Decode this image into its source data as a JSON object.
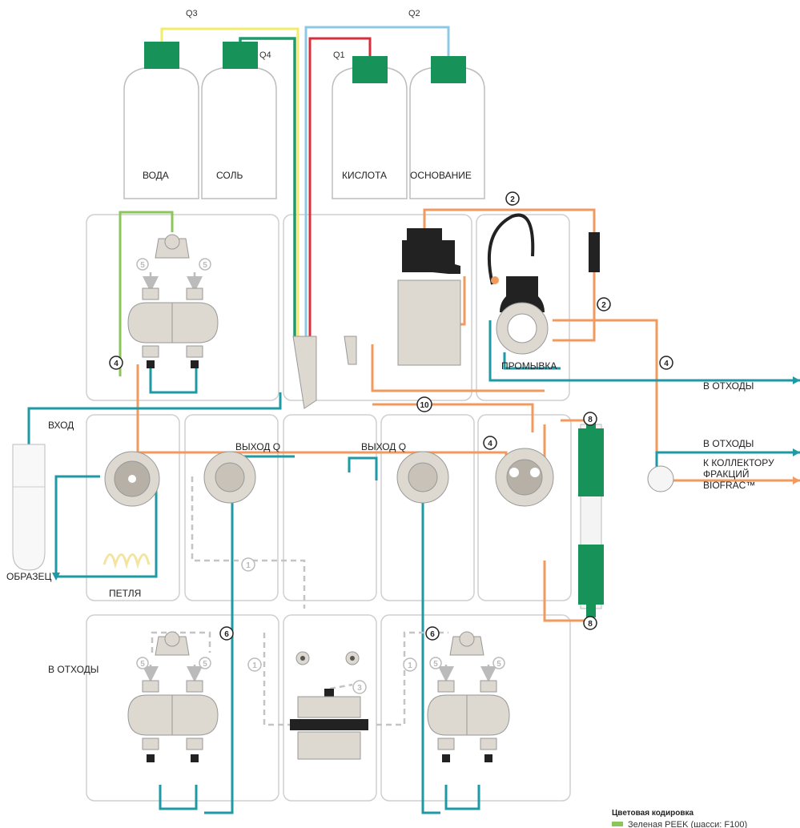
{
  "bottles": {
    "water": "ВОДА",
    "salt": "СОЛЬ",
    "acid": "КИСЛОТА",
    "base": "ОСНОВАНИЕ"
  },
  "flows": {
    "q1": "Q1",
    "q2": "Q2",
    "q3": "Q3",
    "q4": "Q4"
  },
  "labels": {
    "inlet": "ВХОД",
    "sample": "ОБРАЗЕЦ",
    "loop": "ПЕТЛЯ",
    "waste_bottom_left": "В ОТХОДЫ",
    "output_q_left": "ВЫХОД Q",
    "output_q_right": "ВЫХОД Q",
    "rinse": "ПРОМЫВКА",
    "waste_right_1": "В ОТХОДЫ",
    "waste_right_2": "В ОТХОДЫ",
    "collector_1": "К КОЛЛЕКТОРУ",
    "collector_2": "ФРАКЦИЙ",
    "collector_3": "BIOFRAC™"
  },
  "tube_numbers": {
    "n2a": "2",
    "n2b": "2",
    "n4a": "4",
    "n4b": "4",
    "n4c": "4",
    "n10": "10",
    "n8a": "8",
    "n8b": "8",
    "n6a": "6",
    "n6b": "6",
    "n1a": "1",
    "n1b": "1",
    "n1c": "1",
    "n3": "3",
    "n5a": "5",
    "n5b": "5",
    "n5c": "5",
    "n5d": "5",
    "n5e": "5",
    "n5f": "5"
  },
  "legend": {
    "title": "Цветовая кодировка",
    "item1": "Зеленая PEEK (шасси: F100)"
  },
  "colors": {
    "orange": "#f29a5e",
    "teal": "#1e9aa6",
    "yellow": "#f3ec6a",
    "green": "#1f9b6b",
    "red": "#d6303c",
    "lightblue": "#8dc8e4",
    "lightgreen": "#8cc65a",
    "gray": "#bdbdbd",
    "cap": "#17935a"
  }
}
